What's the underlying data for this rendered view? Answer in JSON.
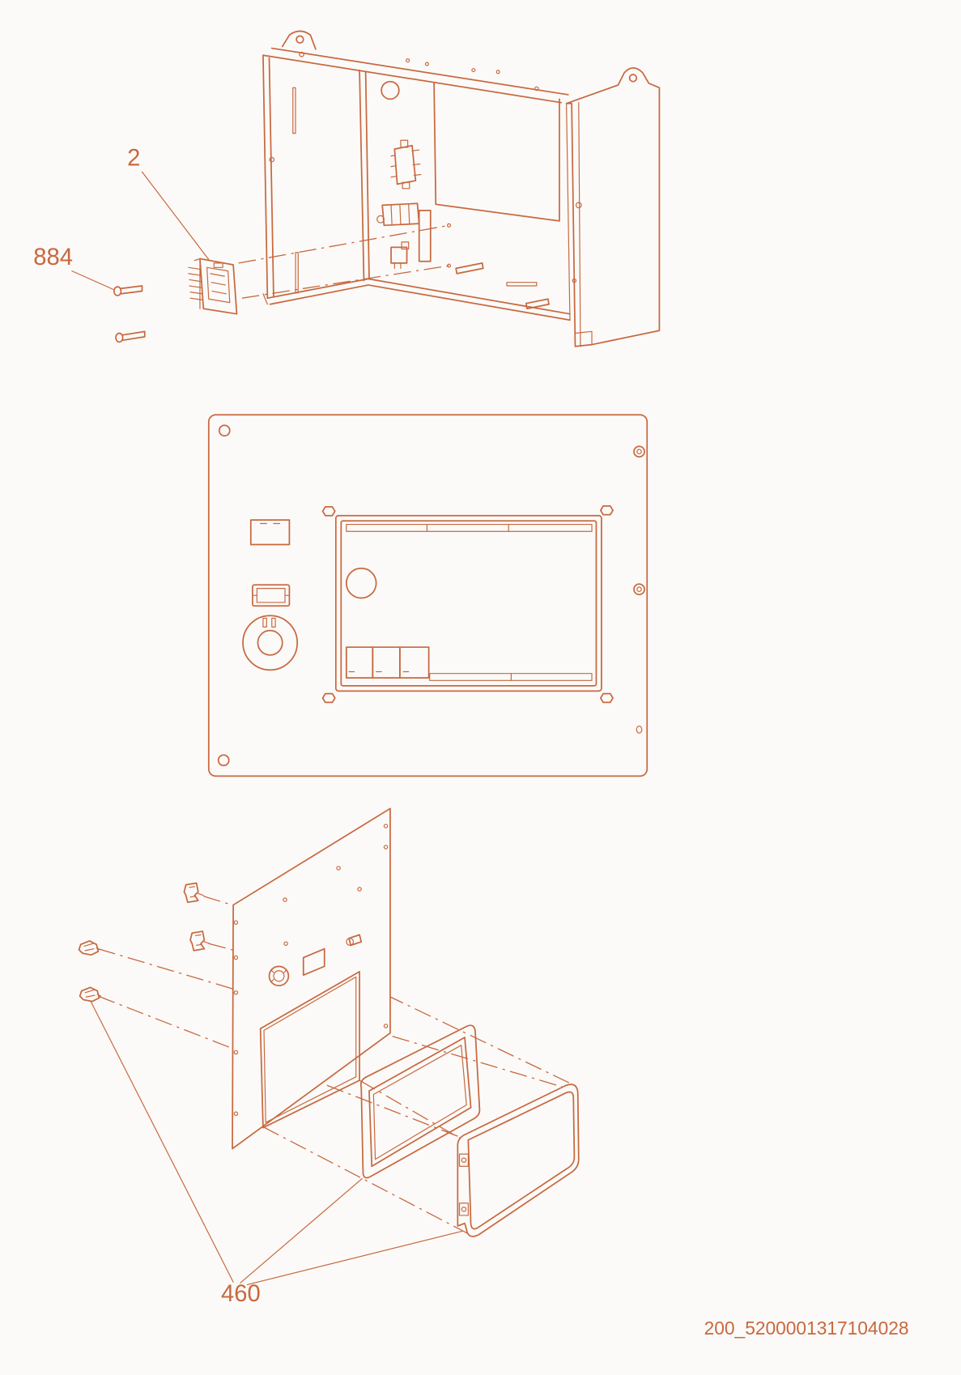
{
  "colors": {
    "ink": "#c8683f",
    "background": "#fbfaf8"
  },
  "callouts": {
    "part_2": "2",
    "part_884": "884",
    "part_460": "460"
  },
  "drawing_number": "200_5200001317104028"
}
